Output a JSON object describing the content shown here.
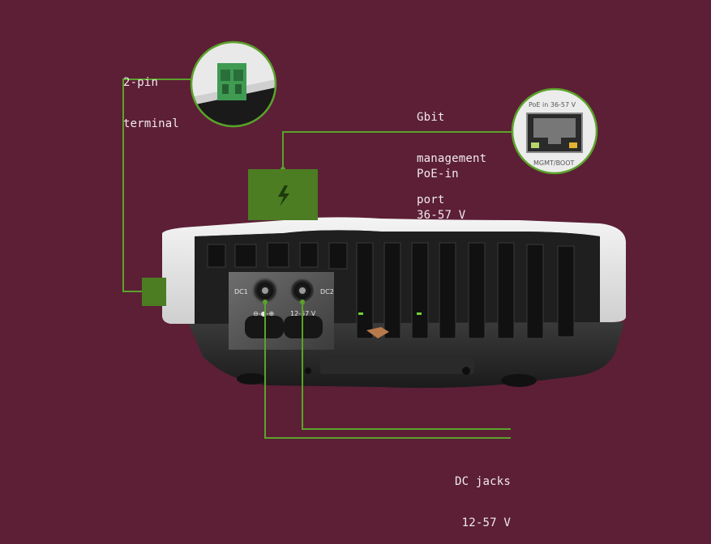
{
  "callouts": {
    "terminal": {
      "line1": "2-pin",
      "line2": "terminal"
    },
    "mgmt": {
      "line1": "Gbit",
      "line2": "management",
      "line3": "port"
    },
    "poe": {
      "line1": "PoE-in",
      "line2": "36-57 V"
    },
    "dc": {
      "line1": "DC jacks",
      "line2": "12-57 V"
    }
  },
  "port_zoom": {
    "top_text": "PoE in 36-57 V",
    "bottom_text": "MGMT/BOOT"
  },
  "device_labels": {
    "dc1": "DC1",
    "dc2": "DC2",
    "polarity": "⊖-●-⊕",
    "voltage": "12-57 V"
  },
  "colors": {
    "background": "#5c1f36",
    "accent": "#5aa32a",
    "accent_fill": "#4c7d22",
    "line_text": "#f2eaee"
  },
  "icons": {
    "power": "lightning-bolt-icon"
  }
}
